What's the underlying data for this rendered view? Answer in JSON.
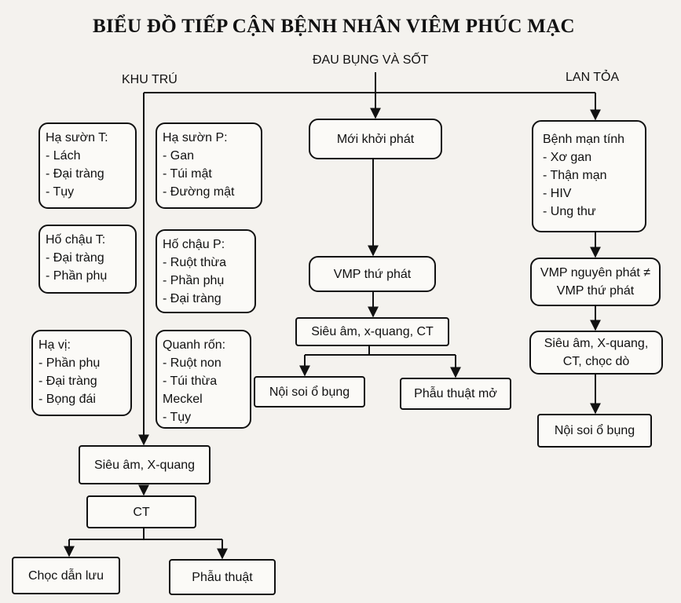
{
  "title": "BIỂU ĐỒ TIẾP CẬN BỆNH NHÂN VIÊM PHÚC MẠC",
  "root": "ĐAU BỤNG VÀ SỐT",
  "branches": {
    "left": "KHU TRÚ",
    "right": "LAN TỎA"
  },
  "left_groups": [
    {
      "title": "Hạ sườn T:",
      "items": [
        "Lách",
        "Đại tràng",
        "Tụy"
      ]
    },
    {
      "title": "Hạ sườn P:",
      "items": [
        "Gan",
        "Túi mật",
        "Đường mật"
      ]
    },
    {
      "title": "Hố chậu T:",
      "items": [
        "Đại tràng",
        "Phần phụ"
      ]
    },
    {
      "title": "Hố chậu P:",
      "items": [
        "Ruột thừa",
        "Phần phụ",
        "Đại tràng"
      ]
    },
    {
      "title": "Hạ vị:",
      "items": [
        "Phần phụ",
        "Đại tràng",
        "Bọng đái"
      ]
    },
    {
      "title": "Quanh rốn:",
      "items": [
        "Ruột non",
        "Túi thừa Meckel",
        "Tụy"
      ]
    }
  ],
  "left_flow": {
    "imaging": "Siêu âm, X-quang",
    "ct": "CT",
    "drain": "Chọc dẫn lưu",
    "surgery": "Phẫu thuật"
  },
  "center_flow": {
    "onset": "Mới khởi phát",
    "secondary": "VMP thứ phát",
    "imaging": "Siêu âm, x-quang, CT",
    "laparoscopy": "Nội soi ổ bụng",
    "open_surgery": "Phẫu thuật mở"
  },
  "right_flow": {
    "chronic_title": "Bệnh mạn tính",
    "chronic_items": [
      "Xơ gan",
      "Thận mạn",
      "HIV",
      "Ung thư"
    ],
    "primary_line1": "VMP nguyên phát ≠",
    "primary_line2": "VMP thứ phát",
    "imaging_line1": "Siêu âm, X-quang,",
    "imaging_line2": "CT, chọc dò",
    "laparoscopy": "Nội soi ổ bụng"
  }
}
